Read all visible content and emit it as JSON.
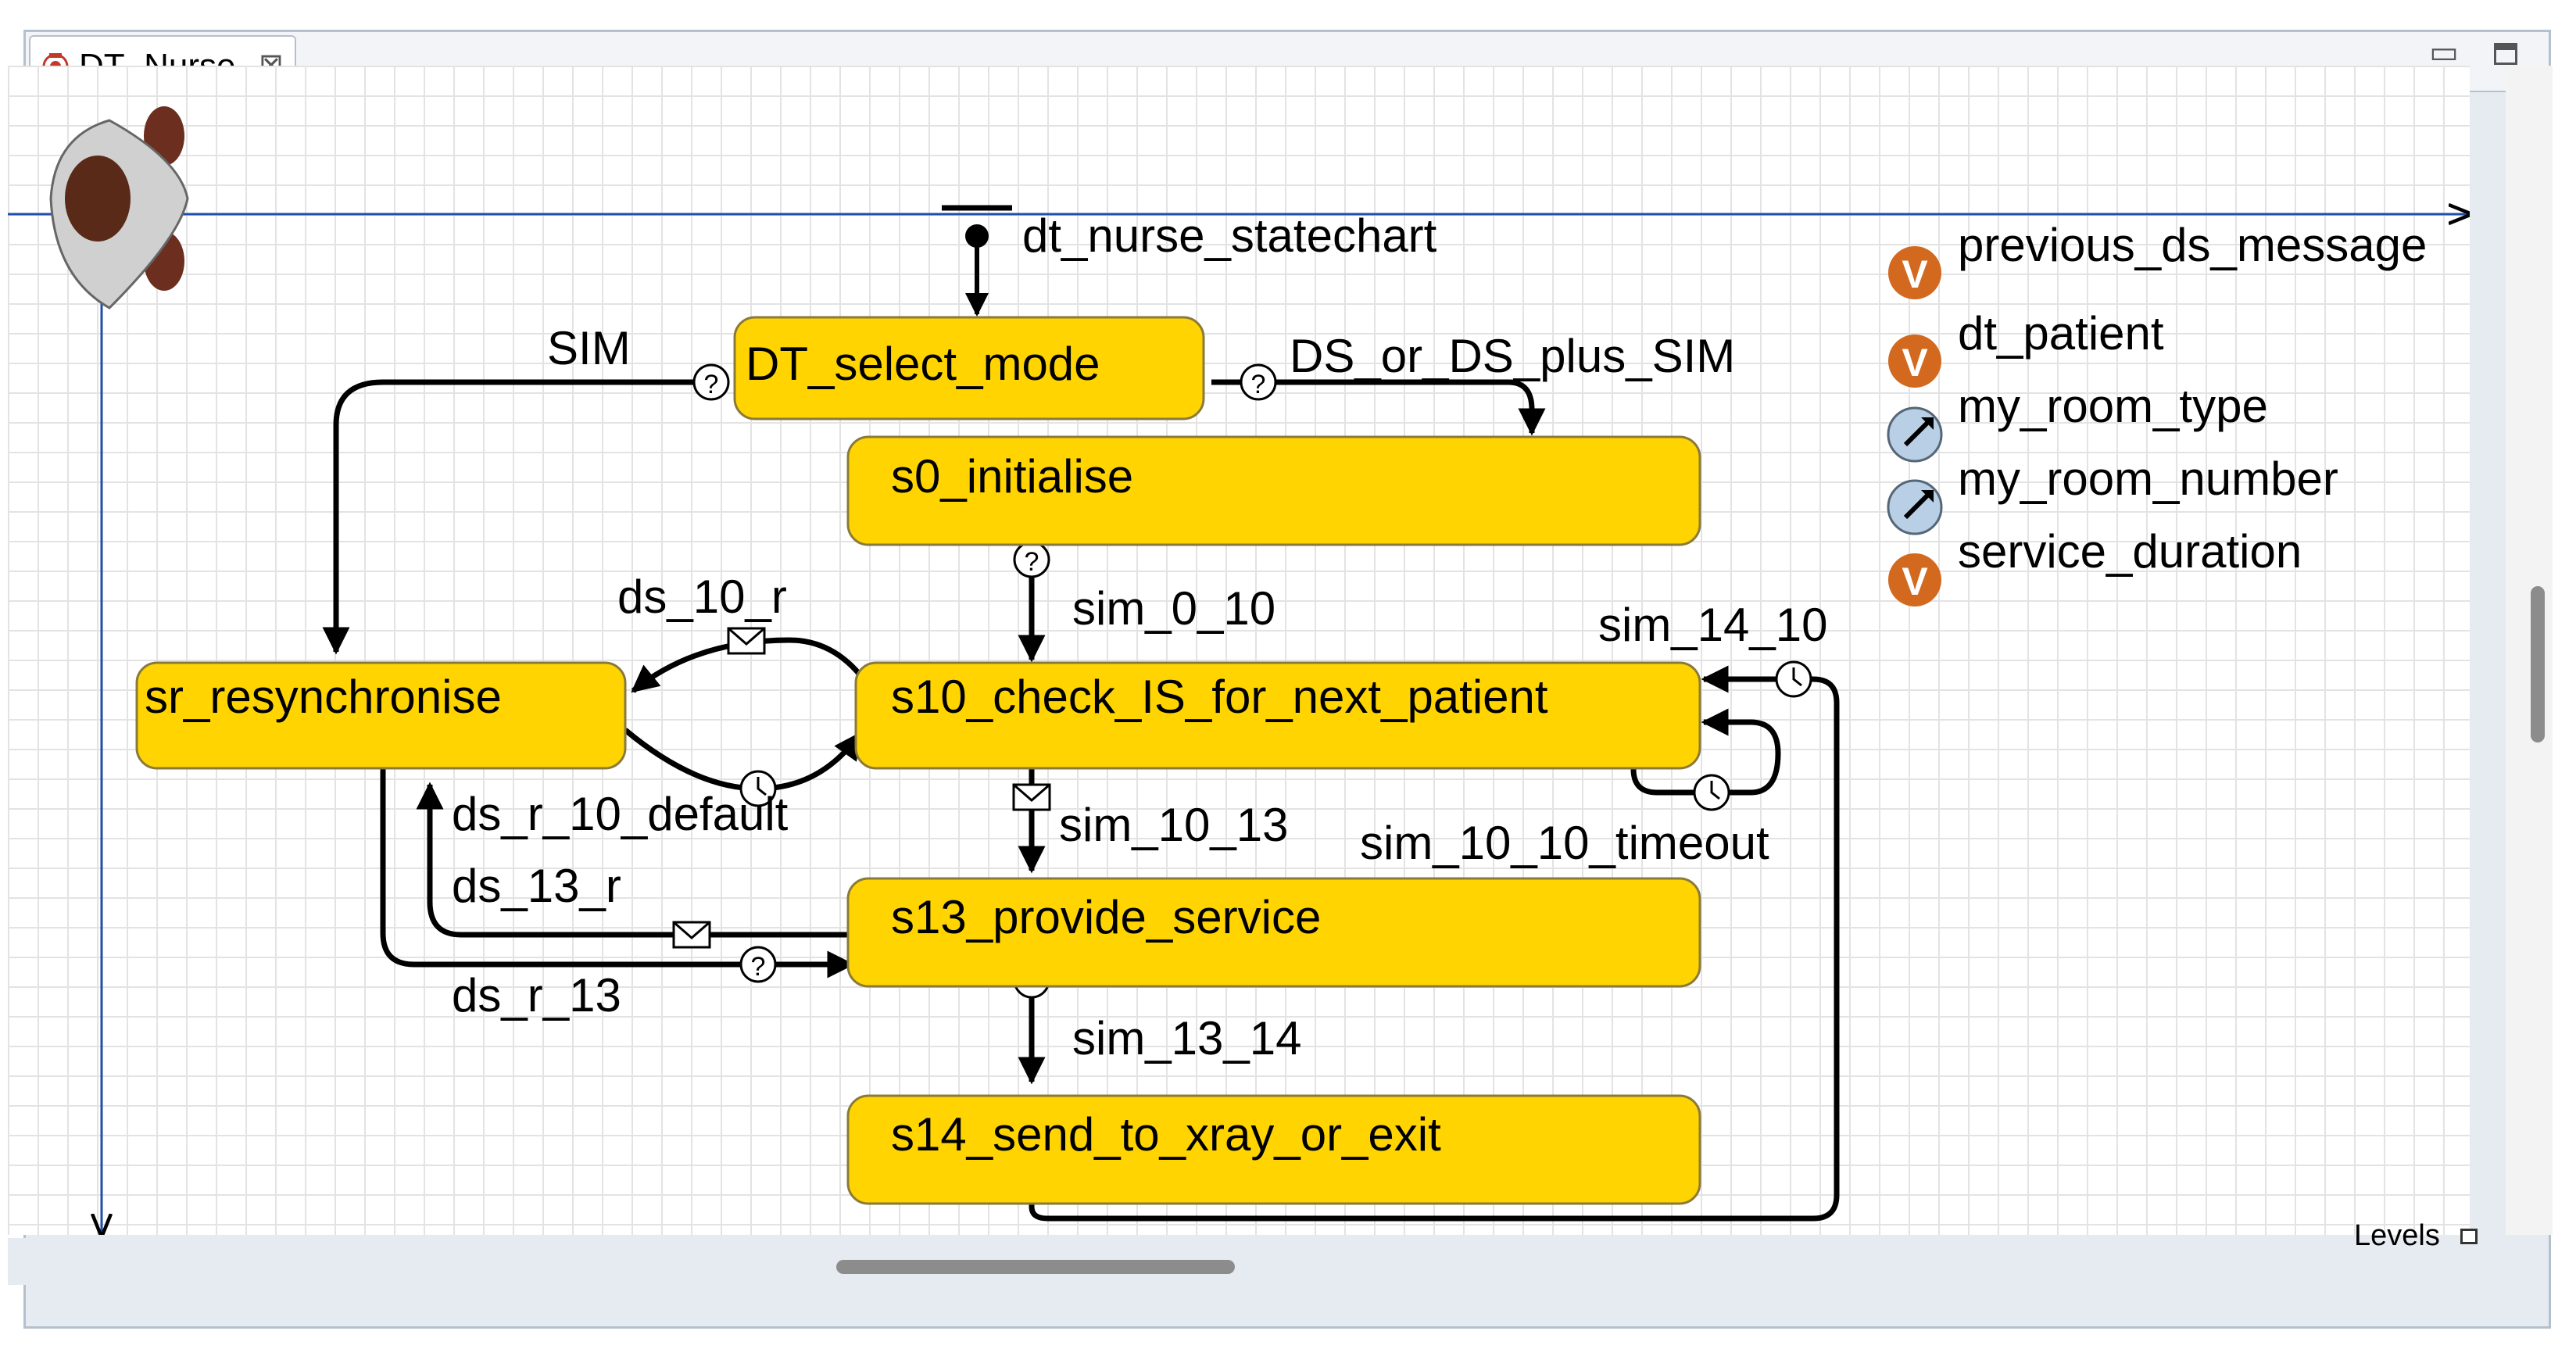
{
  "tab": {
    "title": "DT_Nurse",
    "close_glyph": "⊠"
  },
  "window_controls": {
    "minimize": "▭",
    "maximize": "□"
  },
  "statechart_entry": "dt_nurse_statechart",
  "states": {
    "select_mode": "DT_select_mode",
    "initialise": "s0_initialise",
    "resync": "sr_resynchronise",
    "check_is": "s10_check_IS_for_next_patient",
    "provide_service": "s13_provide_service",
    "send_xray": "s14_send_to_xray_or_exit"
  },
  "transitions": {
    "sim": "SIM",
    "ds_or_ds_plus_sim": "DS_or_DS_plus_SIM",
    "sim_0_10": "sim_0_10",
    "ds_10_r": "ds_10_r",
    "sim_14_10": "sim_14_10",
    "ds_r_10_default": "ds_r_10_default",
    "sim_10_13": "sim_10_13",
    "sim_10_10_timeout": "sim_10_10_timeout",
    "ds_13_r": "ds_13_r",
    "ds_r_13": "ds_r_13",
    "sim_13_14": "sim_13_14"
  },
  "variables": [
    {
      "name": "previous_ds_message",
      "icon": "variable-icon"
    },
    {
      "name": "dt_patient",
      "icon": "variable-icon"
    },
    {
      "name": "my_room_type",
      "icon": "parameter-icon"
    },
    {
      "name": "my_room_number",
      "icon": "parameter-icon"
    },
    {
      "name": "service_duration",
      "icon": "variable-icon"
    }
  ],
  "levels_label": "Levels",
  "colors": {
    "state_fill": "#ffd400",
    "state_stroke": "#8a7a3a",
    "variable_icon": "#d2691e",
    "axis": "#1f4fa8"
  }
}
